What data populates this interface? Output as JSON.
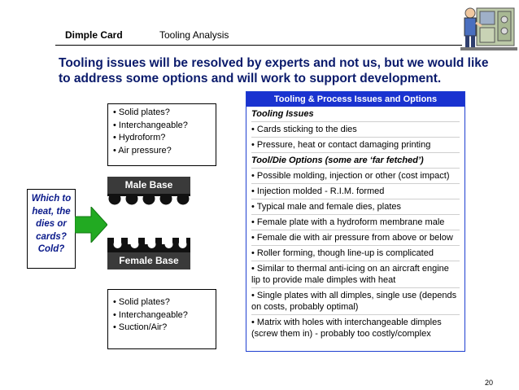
{
  "header": {
    "left": "Dimple Card",
    "right": "Tooling Analysis"
  },
  "title": "Tooling issues will be resolved by experts and not us, but we would like to address some options and will work to support development.",
  "top_box": {
    "items": [
      "• Solid plates?",
      "• Interchangeable?",
      "• Hydroform?",
      "• Air pressure?"
    ]
  },
  "left_box": {
    "lines": [
      "Which to",
      "heat, the",
      "dies or",
      "cards?",
      "Cold?"
    ]
  },
  "diagram": {
    "male_label": "Male Base",
    "female_label": "Female Base",
    "arrow_color": "#22aa22"
  },
  "bottom_box": {
    "items": [
      "• Solid plates?",
      "• Interchangeable?",
      "• Suction/Air?"
    ]
  },
  "right_panel": {
    "header": "Tooling & Process Issues and Options",
    "rows": [
      {
        "text": "Tooling Issues",
        "type": "section"
      },
      {
        "text": "• Cards sticking to the dies",
        "type": "item"
      },
      {
        "text": "• Pressure, heat or contact damaging printing",
        "type": "item"
      },
      {
        "text": "Tool/Die Options (some are ‘far fetched’)",
        "type": "section"
      },
      {
        "text": "• Possible molding, injection or other (cost impact)",
        "type": "item"
      },
      {
        "text": "• Injection molded - R.I.M. formed",
        "type": "item"
      },
      {
        "text": "• Typical male and female dies, plates",
        "type": "item"
      },
      {
        "text": "• Female plate with a hydroform membrane male",
        "type": "item"
      },
      {
        "text": "• Female die with air pressure from above or below",
        "type": "item"
      },
      {
        "text": "• Roller forming, though line-up is complicated",
        "type": "item"
      },
      {
        "text": "• Similar to thermal anti-icing on an aircraft engine lip to provide male dimples with heat",
        "type": "item"
      },
      {
        "text": "• Single plates with all dimples, single use (depends on costs, probably optimal)",
        "type": "item"
      },
      {
        "text": "• Matrix with holes with interchangeable dimples (screw them in) - probably too costly/complex",
        "type": "item"
      }
    ]
  },
  "page_number": "20",
  "colors": {
    "title": "#0a1a6b",
    "panel_header": "#1a33d0",
    "left_box_text": "#0a1a8a",
    "base_bar": "#3a3a3a"
  }
}
